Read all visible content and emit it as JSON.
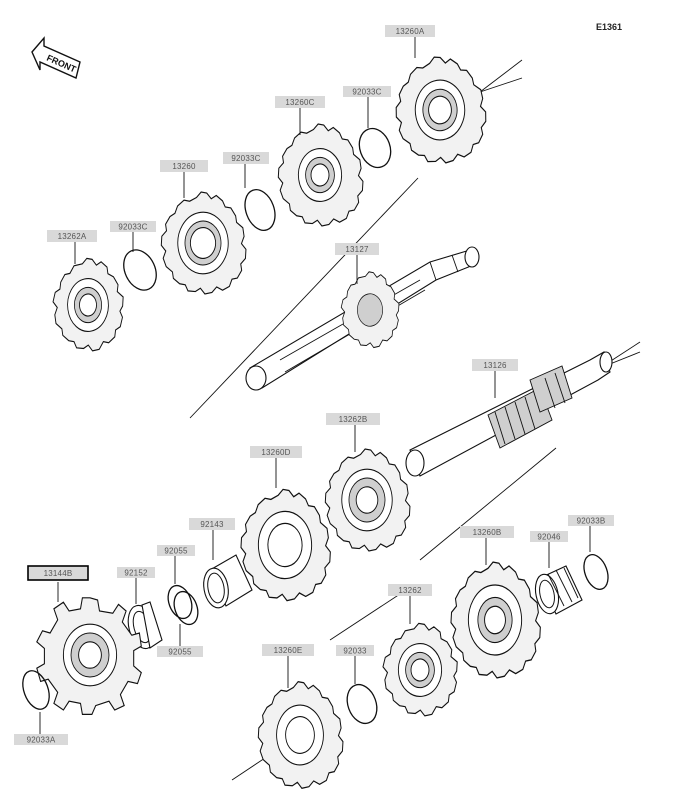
{
  "diagram_code": "E1361",
  "front_label": "FRONT",
  "icons": {
    "front_arrow": "front-direction-arrow-icon"
  },
  "parts": {
    "p13260A": "13260A",
    "p92033C_1": "92033C",
    "p13260C": "13260C",
    "p92033C_2": "92033C",
    "p13260": "13260",
    "p92033C_3": "92033C",
    "p13262A": "13262A",
    "p13127": "13127",
    "p13126": "13126",
    "p13262B": "13262B",
    "p13260D": "13260D",
    "p92143": "92143",
    "p92055_top": "92055",
    "p13144B": "13144B",
    "p92152": "92152",
    "p92055_bottom": "92055",
    "p13260B": "13260B",
    "p92033B": "92033B",
    "p92046": "92046",
    "p13262": "13262",
    "p92033": "92033",
    "p13260E": "13260E",
    "p92033A": "92033A"
  }
}
